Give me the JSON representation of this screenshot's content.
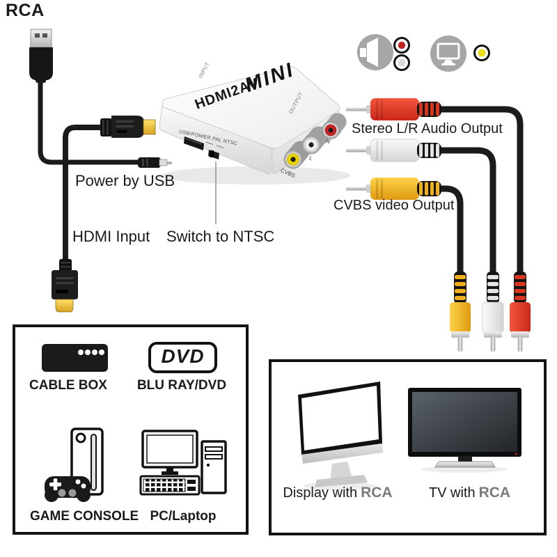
{
  "badge": {
    "text": "RCA"
  },
  "device": {
    "brand": "MINI",
    "model": "HDMI2AV",
    "side_input_label": "INPUT",
    "side_output_label": "OUTPUT",
    "front_label": "USB/POWER PAL NTSC",
    "jack_labels": {
      "video": "CVBS",
      "left": "L",
      "right": "R"
    }
  },
  "annotations": {
    "power": "Power by USB",
    "hdmi_input": "HDMI Input",
    "ntsc_switch": "Switch to NTSC",
    "audio_output": "Stereo L/R Audio Output",
    "video_output": "CVBS video Output"
  },
  "legend_icons": [
    "speaker-icon",
    "rca-red-jack-icon",
    "rca-white-jack-icon",
    "monitor-icon",
    "rca-yellow-jack-icon"
  ],
  "sources_panel": {
    "items": [
      {
        "name": "cable-box",
        "label": "CABLE BOX"
      },
      {
        "name": "blu-ray-dvd",
        "label": "BLU RAY/DVD",
        "logo_text": "DVD"
      },
      {
        "name": "game-console",
        "label": "GAME CONSOLE"
      },
      {
        "name": "pc-laptop",
        "label": "PC/Laptop"
      }
    ]
  },
  "displays_panel": {
    "items": [
      {
        "name": "display-with-rca",
        "label_prefix": "Display with",
        "label_highlight": "RCA"
      },
      {
        "name": "tv-with-rca",
        "label_prefix": "TV with",
        "label_highlight": "RCA"
      }
    ]
  },
  "colors": {
    "rca_red": "#c9281a",
    "rca_white": "#e8e8e8",
    "rca_yellow": "#eca50c",
    "cable_black": "#1b1b1b",
    "icon_gray": "#a6a6a6",
    "highlight_gray": "#7b7b7b"
  }
}
